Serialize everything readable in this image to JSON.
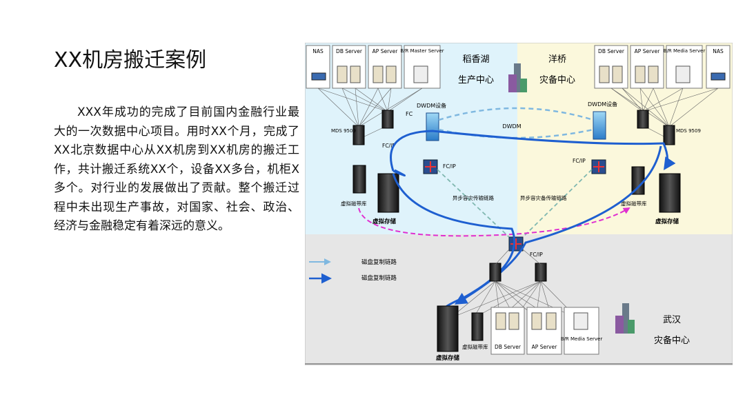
{
  "page": {
    "title": "XX机房搬迁案例",
    "paragraph": "XXX年成功的完成了目前国内金融行业最大的一次数据中心项目。用时XX个月，完成了XX北京数据中心从XX机房到XX机房的搬迁工作，共计搬迁系统XX个，设备XX多台，机柜X多个。对行业的发展做出了贡献。整个搬迁过程中未出现生产事故，对国家、社会、政治、经济与金融稳定有着深远的意义。"
  },
  "diagram": {
    "left_site": {
      "name_line1": "稻香湖",
      "name_line2": "生产中心"
    },
    "right_site": {
      "name_line1": "洋桥",
      "name_line2": "灾备中心"
    },
    "bottom_site": {
      "name_line1": "武汉",
      "name_line2": "灾备中心"
    },
    "left_servers": [
      "NAS",
      "DB Server",
      "AP Server",
      "B/R Master Server"
    ],
    "right_servers": [
      "DB Server",
      "AP Server",
      "B/R Media Server",
      "NAS"
    ],
    "bottom_servers": [
      "DB Server",
      "AP Server",
      "B/R Media Server"
    ],
    "labels": {
      "mds_left": "MDS 9509",
      "mds_right": "MDS 9509",
      "fc": "FC",
      "fcip_left": "FC/IP",
      "fcip_left_router": "FC/IP",
      "fcip_right": "FC/IP",
      "fcip_bottom": "FC/IP",
      "dwdm_left": "DWDM设备",
      "dwdm_right": "DWDM设备",
      "dwdm": "DWDM",
      "async_left": "异步容灾传输链路",
      "async_right": "异步容灾备传输链路",
      "vtape_left": "虚拟磁带库",
      "vtape_right": "虚拟磁带库",
      "vtape_bottom": "虚拟磁带库",
      "vstorage_left": "虚拟存储",
      "vstorage_right": "虚拟存储",
      "vstorage_bottom": "虚拟存储"
    },
    "legend": [
      {
        "label": "磁盘复制链路",
        "color": "#7fb8e0"
      },
      {
        "label": "磁盘复制链路",
        "color": "#1e5fd0"
      }
    ],
    "colors": {
      "left_bg": "#dff3fb",
      "right_bg": "#fbf8dc",
      "bottom_bg": "#e6e6e6",
      "link_blue": "#1e5fd0",
      "link_light": "#7fb8e0",
      "link_magenta": "#e030d0",
      "link_teal": "#80b8b0"
    }
  }
}
